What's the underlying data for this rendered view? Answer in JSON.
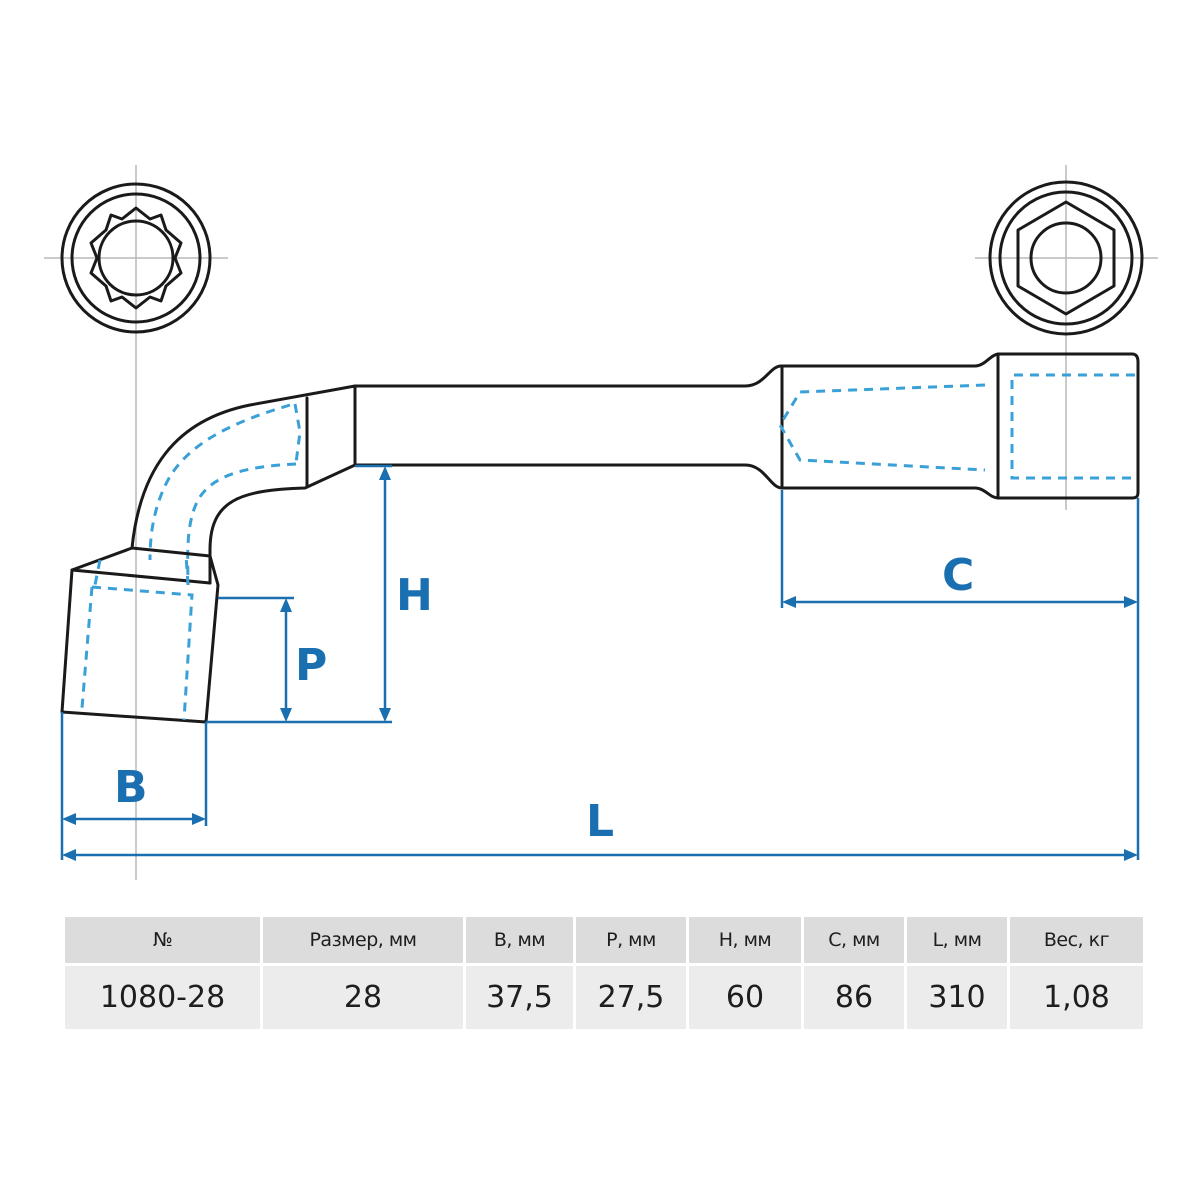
{
  "diagram": {
    "labels": {
      "H": "H",
      "P": "P",
      "C": "C",
      "B": "B",
      "L": "L"
    },
    "colors": {
      "dimension": "#1a6fb0",
      "hidden_line": "#3aa0d8",
      "outline": "#1a1a1a",
      "center_line": "#b8b8b8"
    }
  },
  "table": {
    "headers": [
      "№",
      "Размер, мм",
      "B, мм",
      "P, мм",
      "H, мм",
      "C, мм",
      "L, мм",
      "Вес, кг"
    ],
    "rows": [
      [
        "1080-28",
        "28",
        "37,5",
        "27,5",
        "60",
        "86",
        "310",
        "1,08"
      ]
    ],
    "colors": {
      "header_bg": "#dcdcdc",
      "row_bg": "#ececec"
    }
  }
}
